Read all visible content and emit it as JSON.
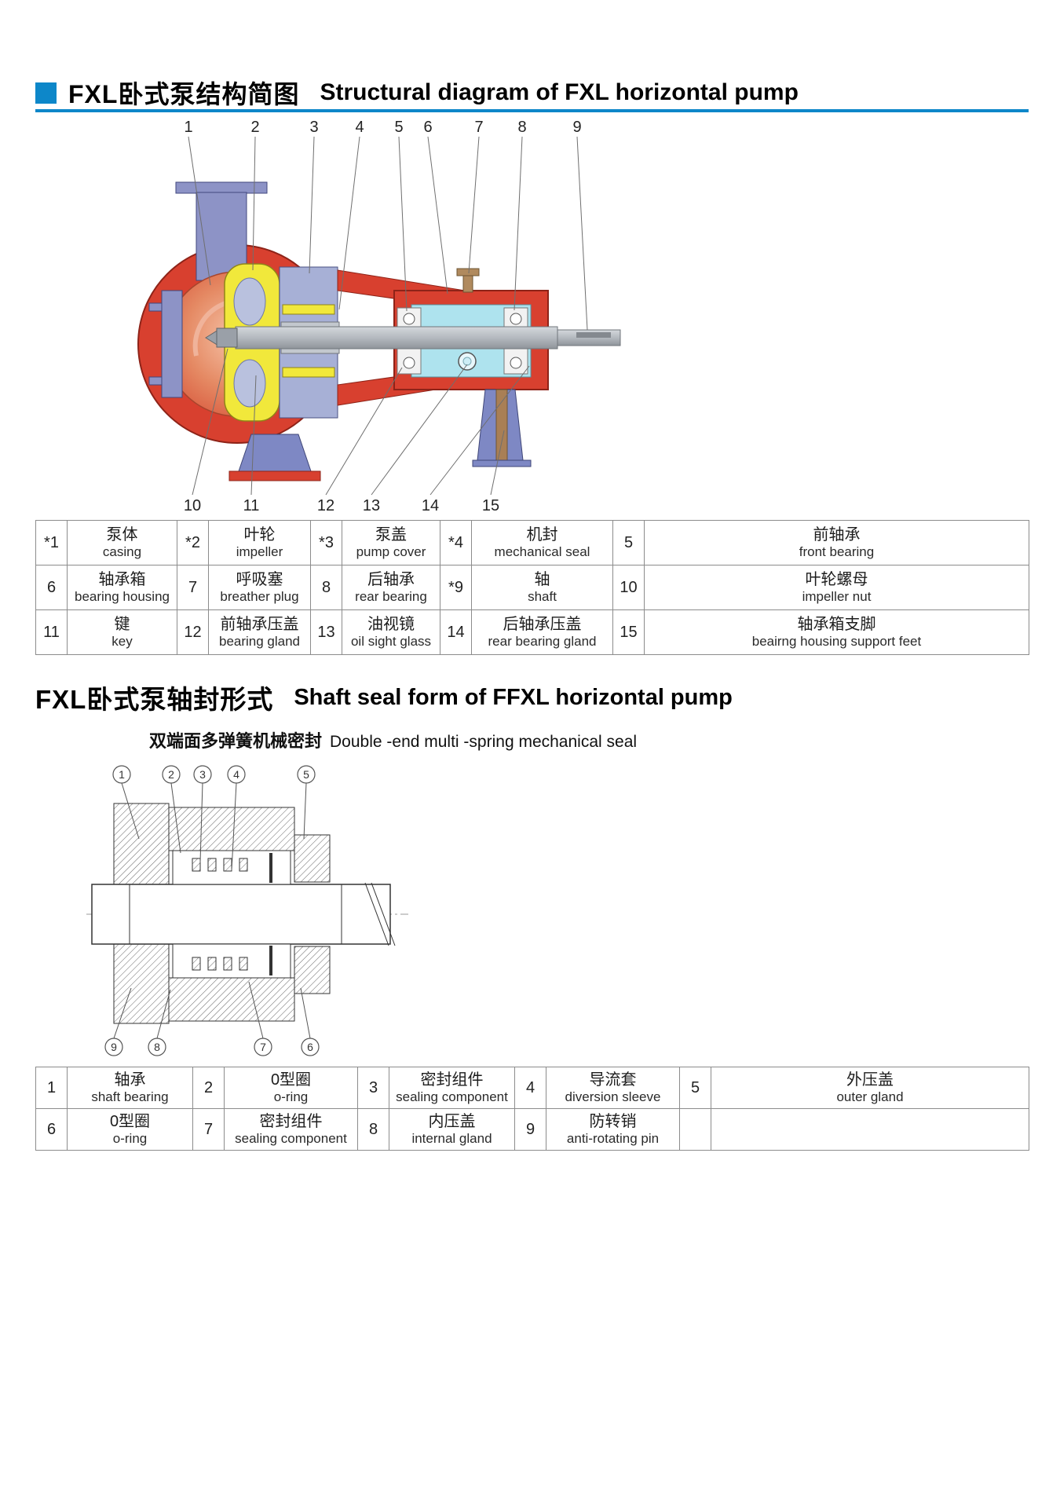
{
  "colors": {
    "accent": "#0d87c9"
  },
  "section1": {
    "title_zh": "FXL卧式泵结构简图",
    "title_en": "Structural diagram of FXL horizontal pump"
  },
  "diagram1": {
    "top_labels": [
      "1",
      "2",
      "3",
      "4",
      "5",
      "6",
      "7",
      "8",
      "9"
    ],
    "bottom_labels": [
      "10",
      "11",
      "12",
      "13",
      "14",
      "15"
    ]
  },
  "table1": {
    "rows": [
      [
        {
          "no": "*1",
          "zh": "泵体",
          "en": "casing"
        },
        {
          "no": "*2",
          "zh": "叶轮",
          "en": "impeller"
        },
        {
          "no": "*3",
          "zh": "泵盖",
          "en": "pump cover"
        },
        {
          "no": "*4",
          "zh": "机封",
          "en": "mechanical seal"
        },
        {
          "no": "5",
          "zh": "前轴承",
          "en": "front bearing"
        }
      ],
      [
        {
          "no": "6",
          "zh": "轴承箱",
          "en": "bearing housing"
        },
        {
          "no": "7",
          "zh": "呼吸塞",
          "en": "breather plug"
        },
        {
          "no": "8",
          "zh": "后轴承",
          "en": "rear bearing"
        },
        {
          "no": "*9",
          "zh": "轴",
          "en": "shaft"
        },
        {
          "no": "10",
          "zh": "叶轮螺母",
          "en": "impeller nut"
        }
      ],
      [
        {
          "no": "11",
          "zh": "键",
          "en": "key"
        },
        {
          "no": "12",
          "zh": "前轴承压盖",
          "en": "bearing gland"
        },
        {
          "no": "13",
          "zh": "油视镜",
          "en": "oil sight glass"
        },
        {
          "no": "14",
          "zh": "后轴承压盖",
          "en": "rear bearing gland"
        },
        {
          "no": "15",
          "zh": "轴承箱支脚",
          "en": "beairng housing support feet"
        }
      ]
    ]
  },
  "section2": {
    "title_zh": "FXL卧式泵轴封形式",
    "title_en": "Shaft seal form of FFXL horizontal pump",
    "subtitle_zh": "双端面多弹簧机械密封",
    "subtitle_en": "Double -end multi -spring mechanical seal"
  },
  "diagram2": {
    "top_labels": [
      "1",
      "2",
      "3",
      "4",
      "5"
    ],
    "bottom_labels": [
      "9",
      "8",
      "7",
      "6"
    ]
  },
  "table2": {
    "rows": [
      [
        {
          "no": "1",
          "zh": "轴承",
          "en": "shaft bearing"
        },
        {
          "no": "2",
          "zh": "0型圈",
          "en": "o-ring"
        },
        {
          "no": "3",
          "zh": "密封组件",
          "en": "sealing component"
        },
        {
          "no": "4",
          "zh": "导流套",
          "en": "diversion sleeve"
        },
        {
          "no": "5",
          "zh": "外压盖",
          "en": "outer gland"
        }
      ],
      [
        {
          "no": "6",
          "zh": "0型圈",
          "en": "o-ring"
        },
        {
          "no": "7",
          "zh": "密封组件",
          "en": "sealing component"
        },
        {
          "no": "8",
          "zh": "内压盖",
          "en": "internal gland"
        },
        {
          "no": "9",
          "zh": "防转销",
          "en": "anti-rotating pin"
        },
        {
          "no": "",
          "zh": "",
          "en": ""
        }
      ]
    ]
  }
}
